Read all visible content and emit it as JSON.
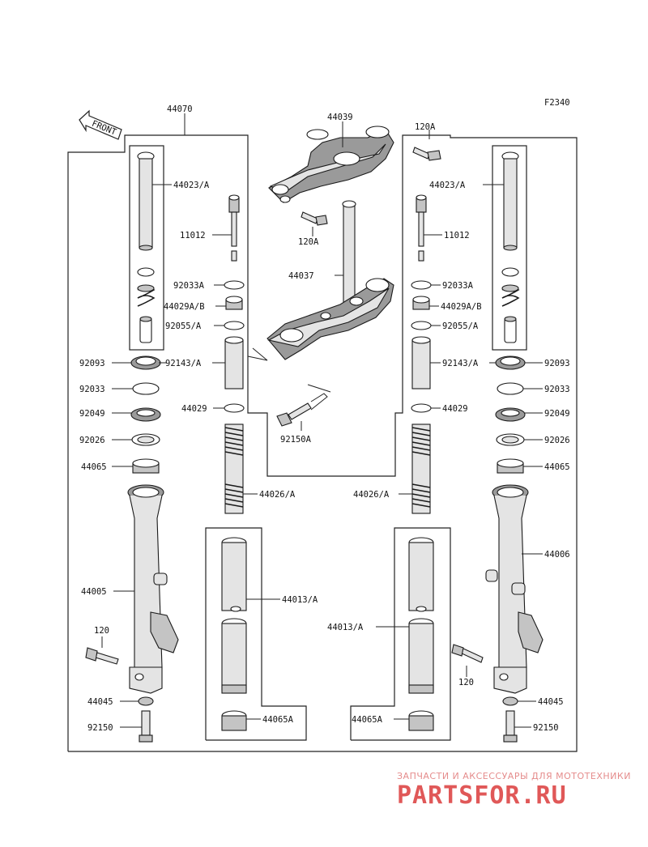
{
  "diagram_code": "F2340",
  "front_arrow": "FRONT",
  "labels": {
    "fork_assy": "44070",
    "bracket_upper": "44039",
    "bolt_upper": "120A",
    "bolt_upper_lower": "120A",
    "stem": "44037",
    "bolt_lower": "92150A",
    "left": {
      "pipe_comp": "44023/A",
      "valve": "11012",
      "ring": "92033A",
      "piece": "44029A/B",
      "oring": "92055/A",
      "collar": "92143/A",
      "cap": "92093",
      "clip": "92033",
      "seal": "92049",
      "washer": "92026",
      "bush": "44065",
      "piece2": "44029",
      "spring": "44026/A",
      "outer_tube": "44005",
      "bolt": "120",
      "gasket": "44045",
      "bottom_bolt": "92150",
      "inner_tube": "44013/A",
      "guide_bush": "44065A"
    },
    "right": {
      "pipe_comp": "44023/A",
      "valve": "11012",
      "ring": "92033A",
      "piece": "44029A/B",
      "oring": "92055/A",
      "collar": "92143/A",
      "cap": "92093",
      "clip": "92033",
      "seal": "92049",
      "washer": "92026",
      "bush": "44065",
      "piece2": "44029",
      "spring": "44026/A",
      "outer_tube": "44006",
      "bolt": "120",
      "gasket": "44045",
      "bottom_bolt": "92150",
      "inner_tube": "44013/A",
      "guide_bush": "44065A"
    }
  },
  "watermark": {
    "subtitle": "ЗАПЧАСТИ И АКСЕССУАРЫ ДЛЯ МОТОТЕХНИКИ",
    "brand": "PARTSFOR.RU"
  }
}
